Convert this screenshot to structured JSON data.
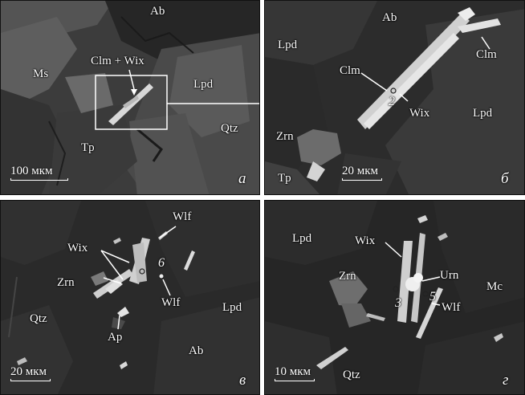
{
  "panel_a": {
    "letter": "а",
    "labels": {
      "ab": "Ab",
      "ms": "Ms",
      "clm_wix": "Clm + Wix",
      "lpd": "Lpd",
      "qtz": "Qtz",
      "tp": "Tp"
    },
    "scale": "100 мкм"
  },
  "panel_b": {
    "letter": "б",
    "labels": {
      "ab": "Ab",
      "lpd_left": "Lpd",
      "clm_top": "Clm",
      "clm_mid": "Clm",
      "wix": "Wix",
      "lpd_right": "Lpd",
      "zrn": "Zrn",
      "tp": "Tp"
    },
    "point": "2",
    "scale": "20 мкм"
  },
  "panel_c": {
    "letter": "в",
    "labels": {
      "wlf_top": "Wlf",
      "wix": "Wix",
      "zrn": "Zrn",
      "wlf_mid": "Wlf",
      "qtz": "Qtz",
      "lpd": "Lpd",
      "ap": "Ap",
      "ab": "Ab"
    },
    "point": "6",
    "scale": "20 мкм"
  },
  "panel_d": {
    "letter": "г",
    "labels": {
      "lpd": "Lpd",
      "wix": "Wix",
      "zrn": "Zrn",
      "urn": "Urn",
      "mc": "Mc",
      "wlf": "Wlf",
      "qtz": "Qtz"
    },
    "points": {
      "p3": "3",
      "p5": "5"
    },
    "scale": "10 мкм"
  }
}
